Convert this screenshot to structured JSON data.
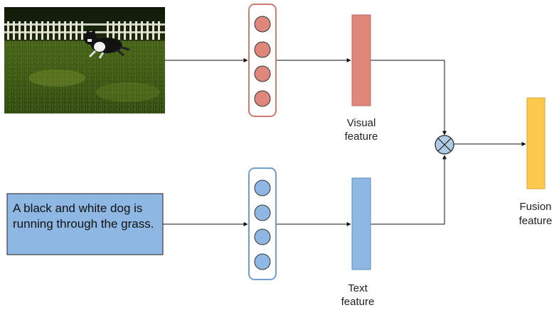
{
  "caption_text": "A black and white dog is running through the grass.",
  "labels": {
    "visual_line1": "Visual",
    "visual_line2": "feature",
    "text_line1": "Text",
    "text_line2": "feature",
    "fusion_line1": "Fusion",
    "fusion_line2": "feature"
  },
  "colors": {
    "visual": "#e0877c",
    "visual_stroke": "#d27a70",
    "text": "#8eb8e3",
    "text_stroke": "#6f9fd1",
    "fusion": "#fdc94f",
    "fusion_stroke": "#d9a52c",
    "operator_fill": "#b9d3ea"
  },
  "icons": {
    "fusion_operator": "circled-times-icon",
    "photo": "dog-running-on-grass-photo"
  }
}
